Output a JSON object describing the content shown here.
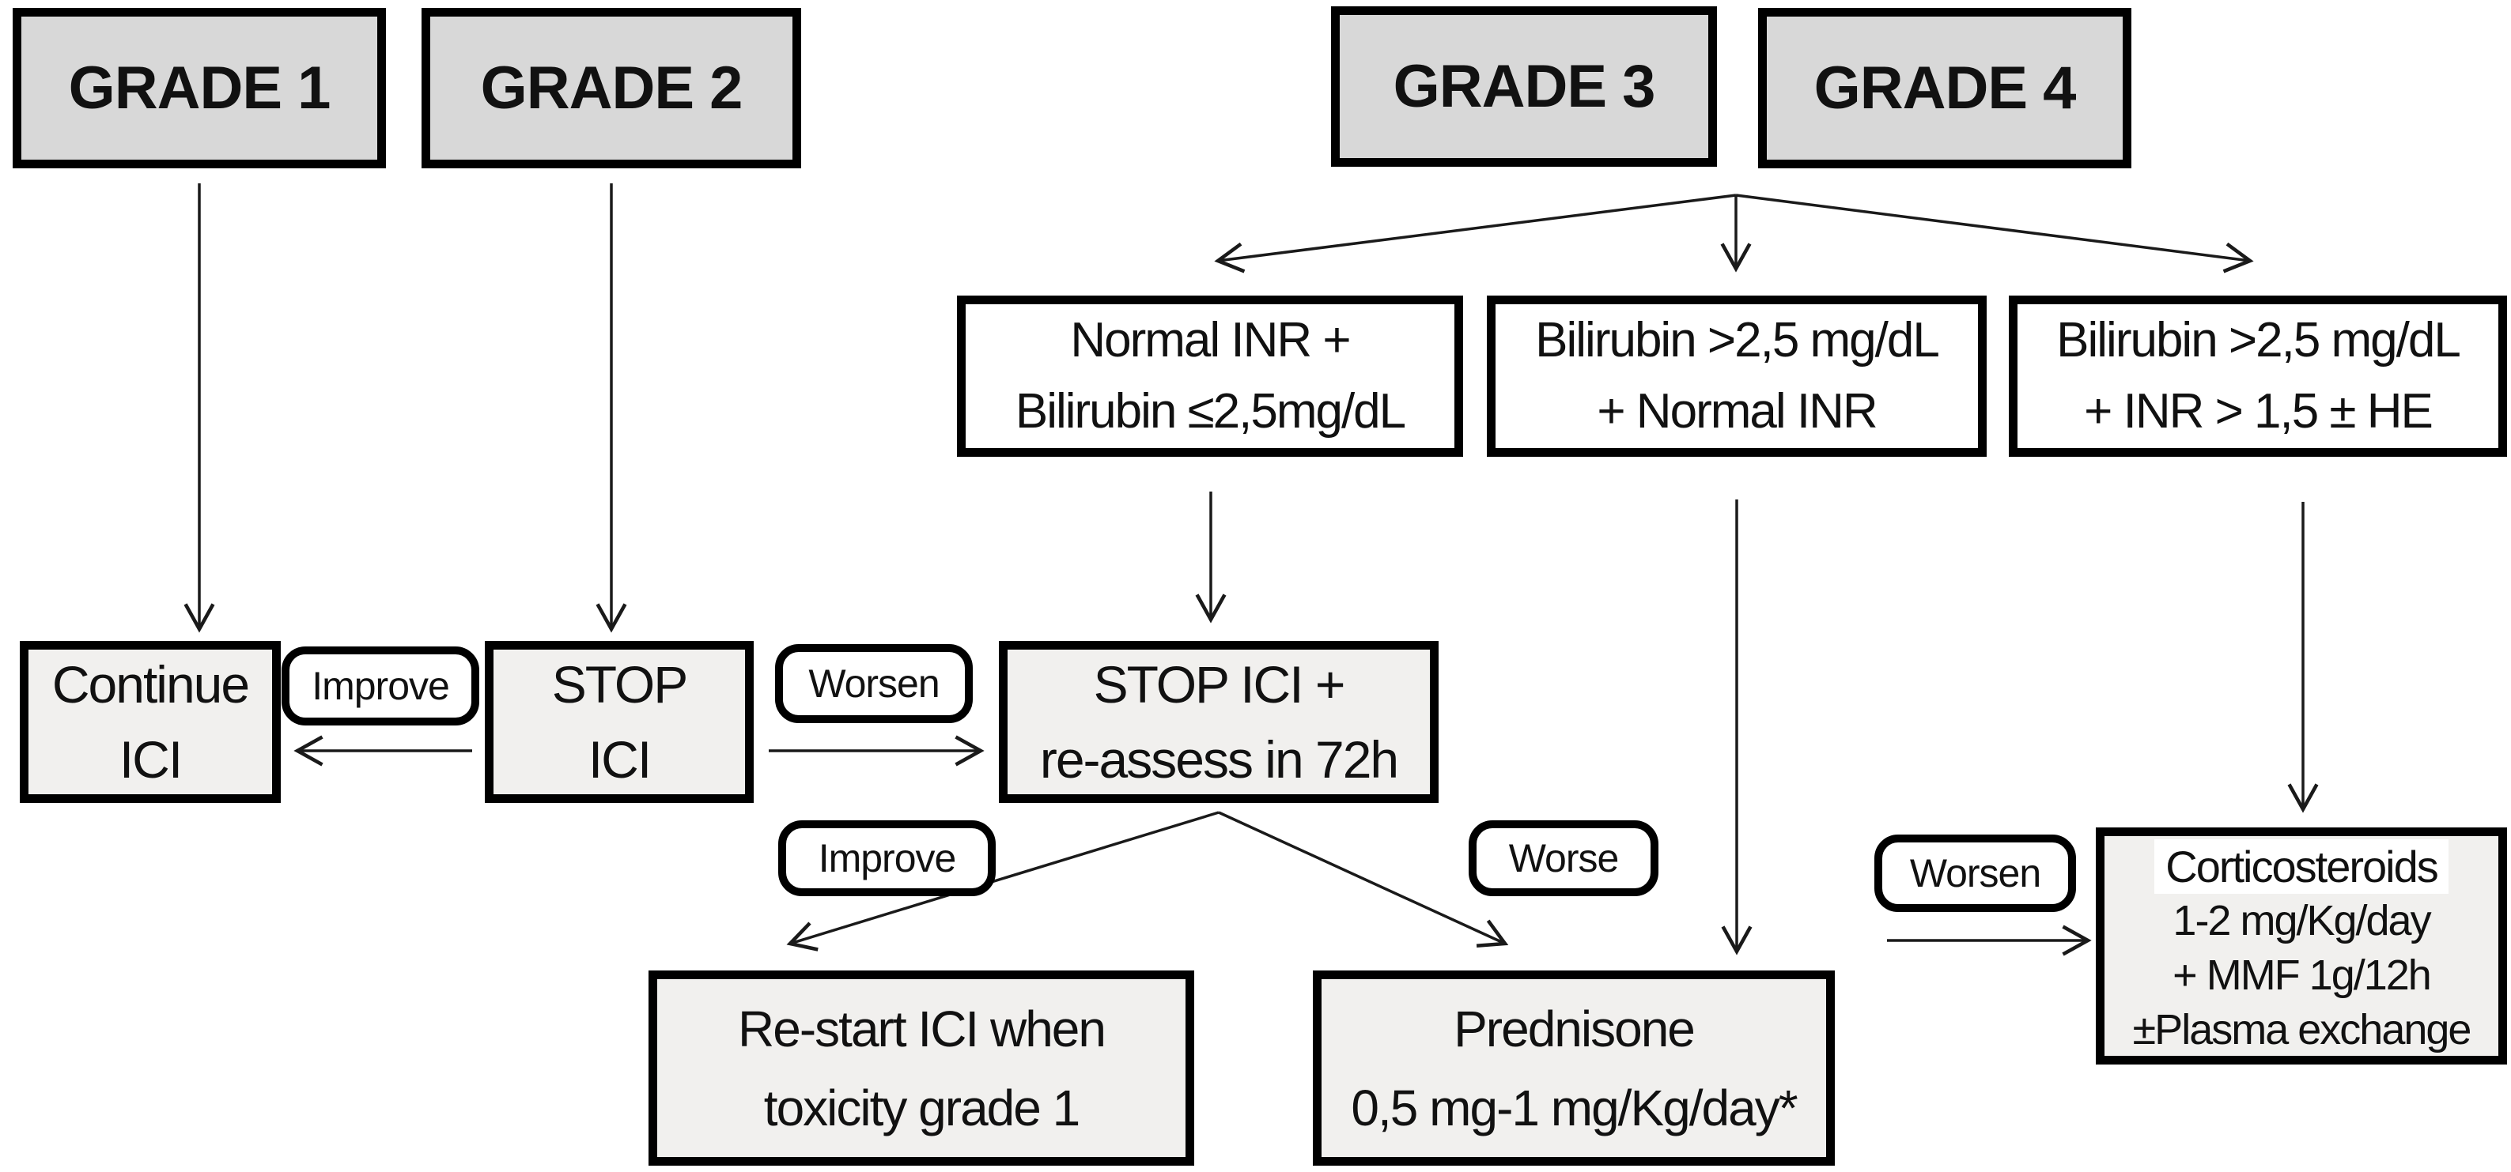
{
  "figure": {
    "type": "flowchart",
    "topic": "ICI hepatotoxicity management by toxicity grade",
    "background": "#ffffff",
    "colors": {
      "grade_box_fill": "#d8d8d8",
      "action_box_fill": "#f1f0ee",
      "condition_box_fill": "#ffffff",
      "border": "#000000",
      "arrow": "#1a1a1a"
    },
    "grades": [
      {
        "label": "GRADE 1"
      },
      {
        "label": "GRADE 2"
      },
      {
        "label": "GRADE 3"
      },
      {
        "label": "GRADE 4"
      }
    ],
    "conditions": [
      {
        "label": "Normal INR +\nBilirubin ≤2,5mg/dL"
      },
      {
        "label": "Bilirubin >2,5 mg/dL\n+ Normal INR"
      },
      {
        "label": "Bilirubin >2,5 mg/dL\n+ INR > 1,5 ± HE"
      }
    ],
    "actions": {
      "continue_ici": {
        "label": "Continue\nICI"
      },
      "stop_ici": {
        "label": "STOP\nICI"
      },
      "stop_reassess": {
        "label": "STOP ICI +\nre-assess in 72h"
      },
      "restart": {
        "label": "Re-start ICI when\ntoxicity grade 1"
      },
      "prednisone": {
        "label": "Prednisone\n0,5 mg-1 mg/Kg/day*"
      },
      "corticosteroids": {
        "title": "Corticosteroids",
        "detail": "1-2 mg/Kg/day\n+ MMF 1g/12h\n±Plasma exchange"
      }
    },
    "edge_labels": {
      "improve_1": "Improve",
      "worsen_1": "Worsen",
      "improve_2": "Improve",
      "worse": "Worse",
      "worsen_2": "Worsen"
    }
  }
}
